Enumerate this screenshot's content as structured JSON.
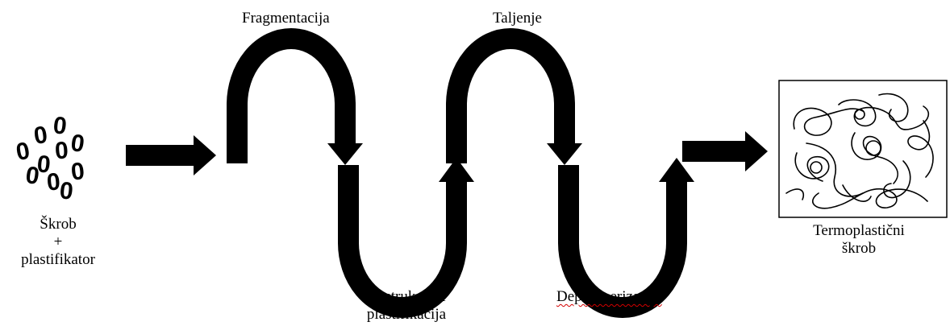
{
  "input": {
    "line1": "Škrob",
    "line2": "+",
    "line3": "plastifikator",
    "granule_glyph": "0"
  },
  "stages": {
    "fragmentation": "Fragmentacija",
    "melting": "Taljenje",
    "destruction_line1": "Destrukcija i",
    "destruction_line2": "plastifikacija",
    "depolymerization": "Depolimerizacija"
  },
  "output": {
    "line1": "Termoplastični",
    "line2": "škrob"
  },
  "colors": {
    "ink": "#000000",
    "spellcheck_underline": "#d40000"
  }
}
